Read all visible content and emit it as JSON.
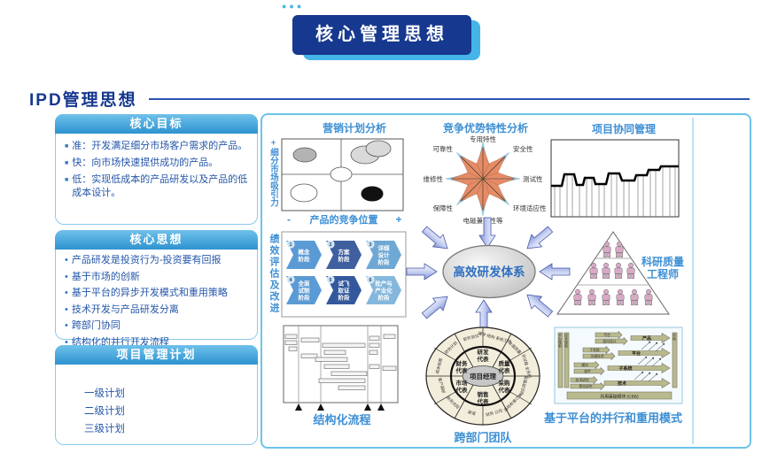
{
  "banner": {
    "dots": "●●●",
    "title": "核心管理思想"
  },
  "section": {
    "title": "IPD管理思想"
  },
  "panels": [
    {
      "title": "核心目标",
      "items": [
        "准：开发满足细分市场客户需求的产品。",
        "快：向市场快速提供成功的产品。",
        "低：实现低成本的产品研发以及产品的低成本设计。"
      ]
    },
    {
      "title": "核心思想",
      "items": [
        "产品研发是投资行为-投资要有回报",
        "基于市场的创新",
        "基于平台的异步开发模式和重用策略",
        "技术开发与产品研发分离",
        "跨部门协同",
        "结构化的并行开发流程"
      ]
    },
    {
      "title": "项目管理计划",
      "items": [
        "一级计划",
        "二级计划",
        "三级计划"
      ]
    }
  ],
  "marketing": {
    "title": "营销计划分析",
    "y_axis": "+细分市场吸引力",
    "x_minus": "-",
    "x_label": "产品的竞争位置",
    "x_plus": "+"
  },
  "competitive": {
    "title": "竞争优势特性分析",
    "labels": {
      "top": "专用特性",
      "top_right": "安全性",
      "right": "测试性",
      "bottom_right": "环境适应性",
      "bottom": "电磁兼容性等",
      "bottom_left": "保障性",
      "left": "维修性",
      "top_left": "可靠性"
    }
  },
  "collab": {
    "title": "项目协同管理"
  },
  "performance": {
    "label": "绩效评估及改进",
    "stages": [
      {
        "num": "1",
        "name": "概念阶段",
        "l1": "概念",
        "l2": "阶段",
        "l3": ""
      },
      {
        "num": "2",
        "name": "方案阶段",
        "l1": "方案",
        "l2": "阶段",
        "l3": ""
      },
      {
        "num": "3",
        "name": "详细设计阶段",
        "l1": "详细",
        "l2": "设计",
        "l3": "阶段"
      },
      {
        "num": "4",
        "name": "全面试制阶段",
        "l1": "全面",
        "l2": "试制",
        "l3": "阶段"
      },
      {
        "num": "5",
        "name": "试飞取证阶段",
        "l1": "试飞",
        "l2": "取证",
        "l3": "阶段"
      },
      {
        "num": "6",
        "name": "批产与产业化阶段",
        "l1": "批产与",
        "l2": "产业化",
        "l3": "阶段"
      }
    ]
  },
  "center": {
    "label": "高效研发体系"
  },
  "quality": {
    "line1": "科研质量",
    "line2": "工程师"
  },
  "structured": {
    "title": "结构化流程"
  },
  "team": {
    "title": "跨部门团队",
    "center": "项目经理",
    "inner": [
      {
        "l1": "研发",
        "l2": "代表"
      },
      {
        "l1": "质量",
        "l2": "代表"
      },
      {
        "l1": "采购",
        "l2": "代表"
      },
      {
        "l1": "销售",
        "l2": "代表"
      },
      {
        "l1": "市场",
        "l2": "代表"
      },
      {
        "l1": "财务",
        "l2": "代表"
      }
    ],
    "outer": [
      "软件测试",
      "硬件 结构 系统工程",
      "全面质量",
      "全过程 全系统",
      "供应商管理",
      "通用标准订单",
      "财务 公司",
      "渠道",
      "商务合同",
      "客户调研",
      "成本核算",
      "财务计划"
    ]
  },
  "platform": {
    "title": "基于平台的并行和重用模式",
    "bars": [
      "平台规划",
      "技术规划",
      "市场"
    ],
    "rows": [
      {
        "s1": "平台",
        "s2": "面向设计",
        "main": "产品"
      },
      {
        "s1": "子系统",
        "s2": "关键技术",
        "main": "平台"
      },
      {
        "s1": "模块",
        "s2": "部件",
        "main": "子系统"
      },
      {
        "s1": "技术研究",
        "s2": "预先研究",
        "main": "技术"
      }
    ],
    "footer": "共用基础模块 (CBB)"
  },
  "colors": {
    "banner_blue": "#16388e",
    "accent_blue": "#45b5e8",
    "title_blue": "#3d8fd4",
    "text_blue": "#2456a8",
    "panel_border": "#8ccaec",
    "star_orange": "#e58c66",
    "star_tip": "#a8d4e8"
  }
}
